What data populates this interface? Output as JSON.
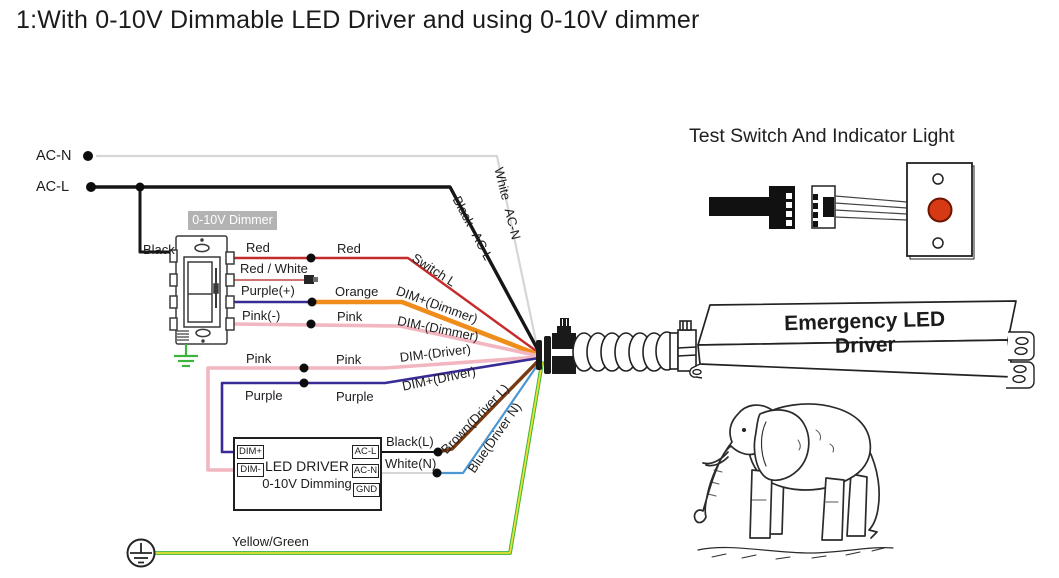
{
  "title": "1:With 0-10V Dimmable LED Driver and using 0-10V dimmer",
  "mains": {
    "ac_n": "AC-N",
    "ac_l": "AC-L"
  },
  "dimmer": {
    "tag": "0-10V Dimmer",
    "feed": "Black",
    "out_red": "Red",
    "out_red_white": "Red / White",
    "out_purple": "Purple(+)",
    "out_pink": "Pink(-)"
  },
  "wires": {
    "red": "Red",
    "orange": "Orange",
    "pink": "Pink",
    "purple": "Purple",
    "switch_l": "Switch L",
    "dim_plus_dimmer": "DIM+(Dimmer)",
    "dim_minus_dimmer": "DIM-(Dimmer)",
    "dim_minus_driver": "DIM-(Driver)",
    "dim_plus_driver": "DIM+(Driver)",
    "brown_driver_l": "Brown(Driver L)",
    "blue_driver_n": "Blue(Driver N)",
    "white_ac_n": "White AC-N",
    "black_ac_l": "Black AC-L",
    "black_l": "Black(L)",
    "white_n": "White(N)",
    "yellow_green": "Yellow/Green"
  },
  "led_driver": {
    "name": "LED DRIVER",
    "sub": "0-10V Dimming",
    "dim_plus": "DIM+",
    "dim_minus": "DIM-",
    "ac_l": "AC-L",
    "ac_n": "AC-N",
    "gnd": "GND"
  },
  "test_switch": {
    "title": "Test Switch And Indicator Light"
  },
  "emergency_driver": {
    "label": "Emergency LED Driver"
  },
  "colors": {
    "red": "#c62b2b",
    "red_white": "#d07272",
    "orange": "#ef8c1a",
    "pink": "#f2b6c0",
    "purple": "#382b96",
    "brown": "#7a3a10",
    "blue": "#4a97d4",
    "yellow": "#e8e232",
    "green": "#3db53d",
    "black": "#161616",
    "white_wire": "#d6d6d6",
    "indicator_red": "#d63a14"
  }
}
